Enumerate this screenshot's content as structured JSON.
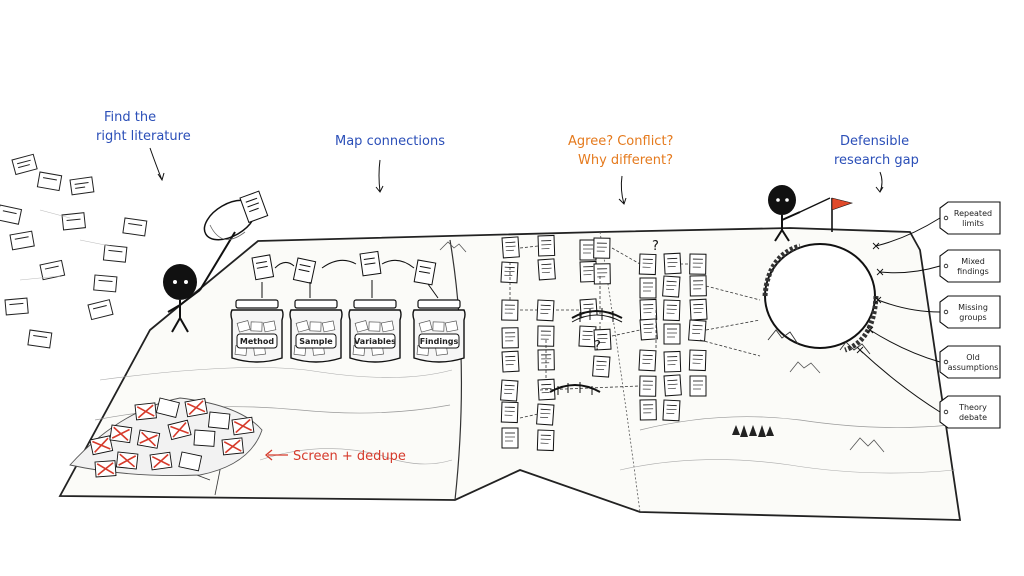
{
  "annotations": {
    "find_line1": "Find the",
    "find_line2": "right literature",
    "map": "Map connections",
    "agree_line1": "Agree? Conflict?",
    "agree_line2": "Why different?",
    "gap_line1": "Defensible",
    "gap_line2": "research gap",
    "screen": "Screen + dedupe"
  },
  "jars": [
    "Method",
    "Sample",
    "Variables",
    "Findings"
  ],
  "gap_tags": [
    [
      "Repeated",
      "limits"
    ],
    [
      "Mixed",
      "findings"
    ],
    [
      "Missing",
      "groups"
    ],
    [
      "Old",
      "assumptions"
    ],
    [
      "Theory",
      "debate"
    ]
  ],
  "map_marks": [
    "?",
    "?"
  ],
  "colors": {
    "blue": "#2b4fb8",
    "orange": "#e57a1d",
    "red": "#d63a2b",
    "ink": "#1a1a1a",
    "flag": "#e04a2a"
  }
}
